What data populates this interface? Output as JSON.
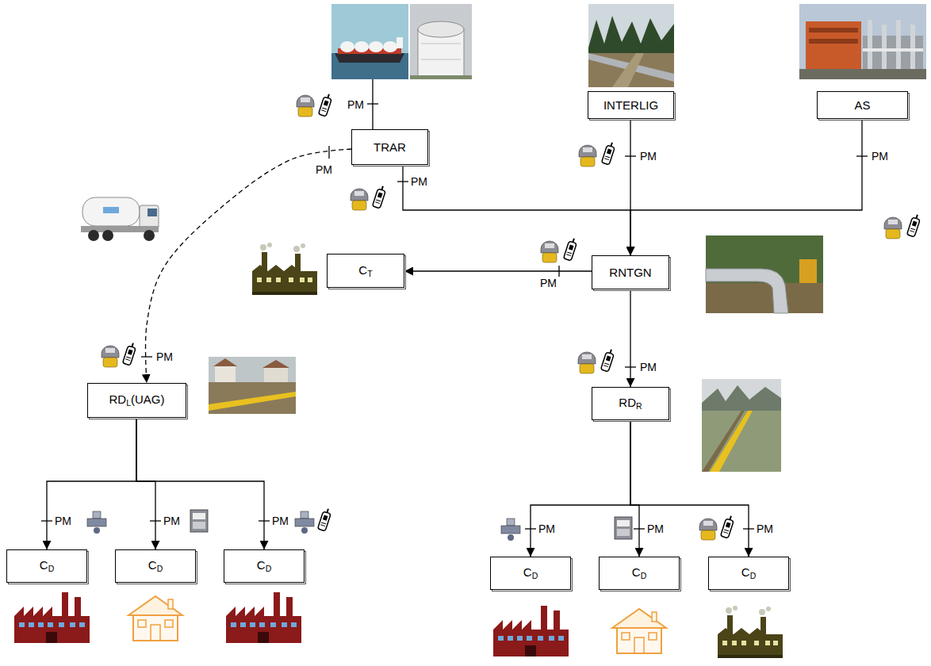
{
  "diagram": {
    "nodes": [
      {
        "text": [
          "TRAR"
        ]
      },
      {
        "text": [
          "INTERLIG"
        ]
      },
      {
        "text": [
          "AS"
        ]
      },
      {
        "text": [
          "CT"
        ]
      },
      {
        "text": [
          "RNTGN"
        ]
      },
      {
        "text": [
          "RDL(UAG)"
        ]
      },
      {
        "text": [
          "RDR"
        ]
      },
      {
        "text": [
          "CD"
        ]
      },
      {
        "text": [
          "CD"
        ]
      },
      {
        "text": [
          "CD"
        ]
      },
      {
        "text": [
          "CD"
        ]
      },
      {
        "text": [
          "CD"
        ]
      },
      {
        "text": [
          "CD"
        ]
      }
    ],
    "edges": [
      {
        "from": 0,
        "to": 5,
        "arrow": "to",
        "label": "PM"
      },
      {
        "from": 0,
        "to": 4,
        "arrow": "to",
        "label": "PM"
      },
      {
        "from": 1,
        "to": 4,
        "arrow": "to",
        "label": "PM"
      },
      {
        "from": 2,
        "to": 4,
        "arrow": "to",
        "label": "PM"
      },
      {
        "from": 4,
        "to": 3,
        "arrow": "to",
        "label": "PM"
      },
      {
        "from": 4,
        "to": 6,
        "arrow": "to",
        "label": "PM"
      },
      {
        "from": 5,
        "to": 7,
        "arrow": "to",
        "label": "PM"
      },
      {
        "from": 5,
        "to": 8,
        "arrow": "to",
        "label": "PM"
      },
      {
        "from": 5,
        "to": 9,
        "arrow": "to",
        "label": "PM"
      },
      {
        "from": 6,
        "to": 10,
        "arrow": "to",
        "label": "PM"
      },
      {
        "from": 6,
        "to": 11,
        "arrow": "to",
        "label": "PM"
      },
      {
        "from": 6,
        "to": 12,
        "arrow": "to",
        "label": "PM"
      }
    ],
    "labels": [
      "PM",
      "PM"
    ]
  }
}
